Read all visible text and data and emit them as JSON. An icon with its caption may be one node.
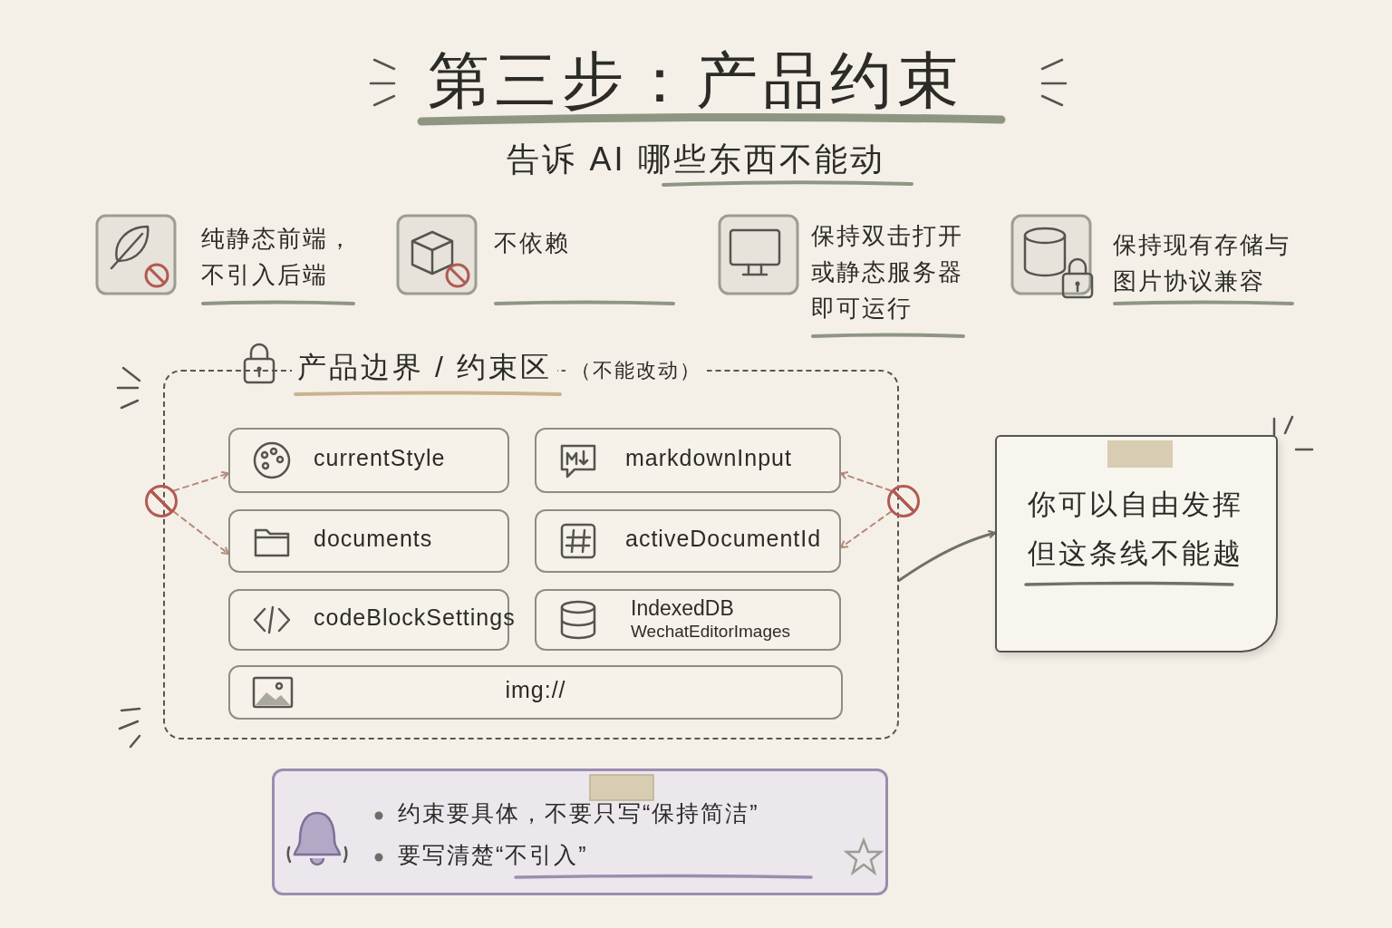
{
  "diagram": {
    "title": "第三步：产品约束",
    "nodes": [
      {
        "text": [
          "产品边界 / 约束区",
          "（不能改动）"
        ]
      },
      {
        "text": [
          "currentStyle"
        ],
        "in": 0
      },
      {
        "text": [
          "markdownInput"
        ],
        "in": 0
      },
      {
        "text": [
          "documents"
        ],
        "in": 0
      },
      {
        "text": [
          "activeDocumentId"
        ],
        "in": 0
      },
      {
        "text": [
          "codeBlockSettings"
        ],
        "in": 0
      },
      {
        "text": [
          "IndexedDB",
          "WechatEditorImages"
        ],
        "in": 0
      },
      {
        "text": [
          "img://"
        ],
        "in": 0
      },
      {
        "text": [],
        "shape": "circle"
      },
      {
        "text": [],
        "shape": "circle"
      },
      {
        "text": [
          "你可以自由发挥但这条线不能越"
        ]
      },
      {
        "text": [
          "约束要具体，不要只写“保持简洁”",
          "要写清楚“不引入”"
        ]
      }
    ],
    "edges": [
      {
        "from": 8,
        "to": 1,
        "arrow": "to",
        "style": "dashed",
        "color": "#b48a7a"
      },
      {
        "from": 8,
        "to": 3,
        "arrow": "to",
        "style": "dashed",
        "color": "#b48a7a"
      },
      {
        "from": 9,
        "to": 2,
        "arrow": "to",
        "style": "dashed",
        "color": "#b48a7a"
      },
      {
        "from": 9,
        "to": 4,
        "arrow": "to",
        "style": "dashed",
        "color": "#b48a7a"
      },
      {
        "from": 0,
        "to": 10,
        "arrow": "to",
        "color": "#6e7268"
      }
    ],
    "labels": [
      "告诉 AI 哪些东西不能动",
      "纯静态前端，不引入后端",
      "不依赖",
      "保持双击打开或静态服务器即可运行",
      "保持现有存储与图片协议兼容"
    ]
  }
}
